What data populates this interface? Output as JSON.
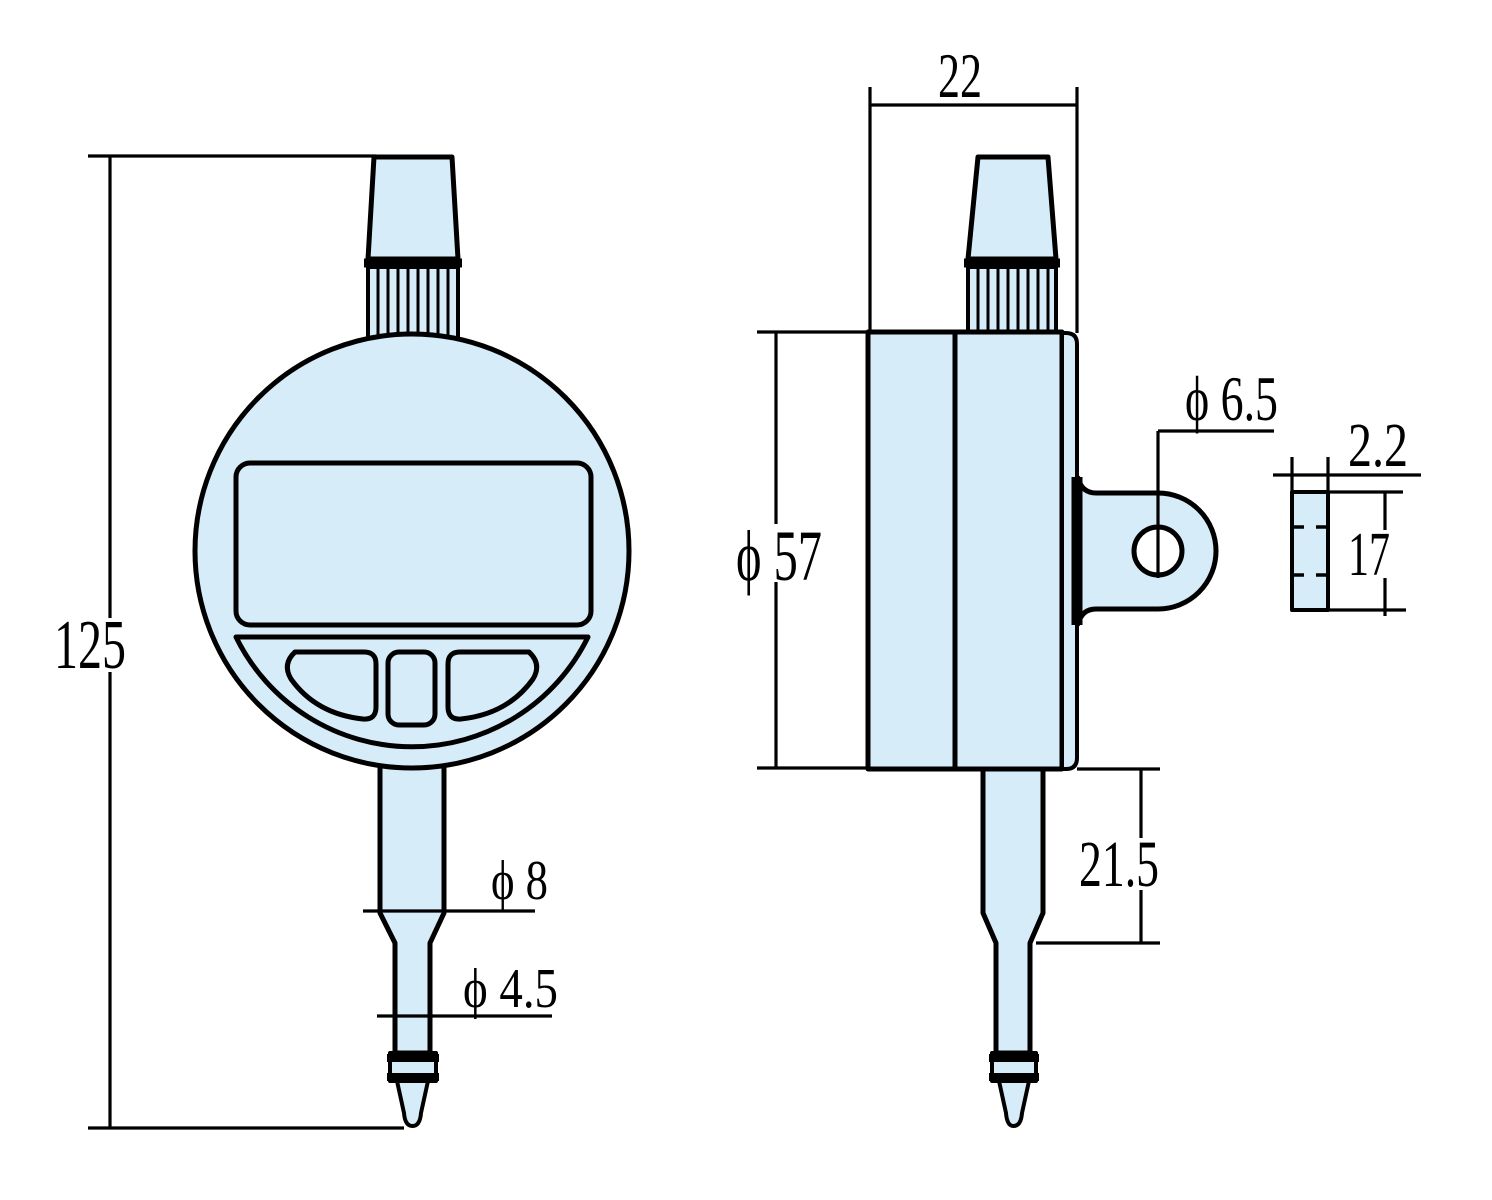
{
  "colors": {
    "part_fill": "#d7ecf9",
    "line": "#000000",
    "page_bg": "#ffffff"
  },
  "dimensions": {
    "overall_height": "125",
    "head_width": "22",
    "head_diameter": "ϕ 57",
    "stem_diameter": "ϕ 8",
    "spindle_diameter": "ϕ 4.5",
    "lug_hole_diameter": "ϕ 6.5",
    "lug_thickness": "2.2",
    "lug_height": "17",
    "stem_length": "21.5"
  }
}
